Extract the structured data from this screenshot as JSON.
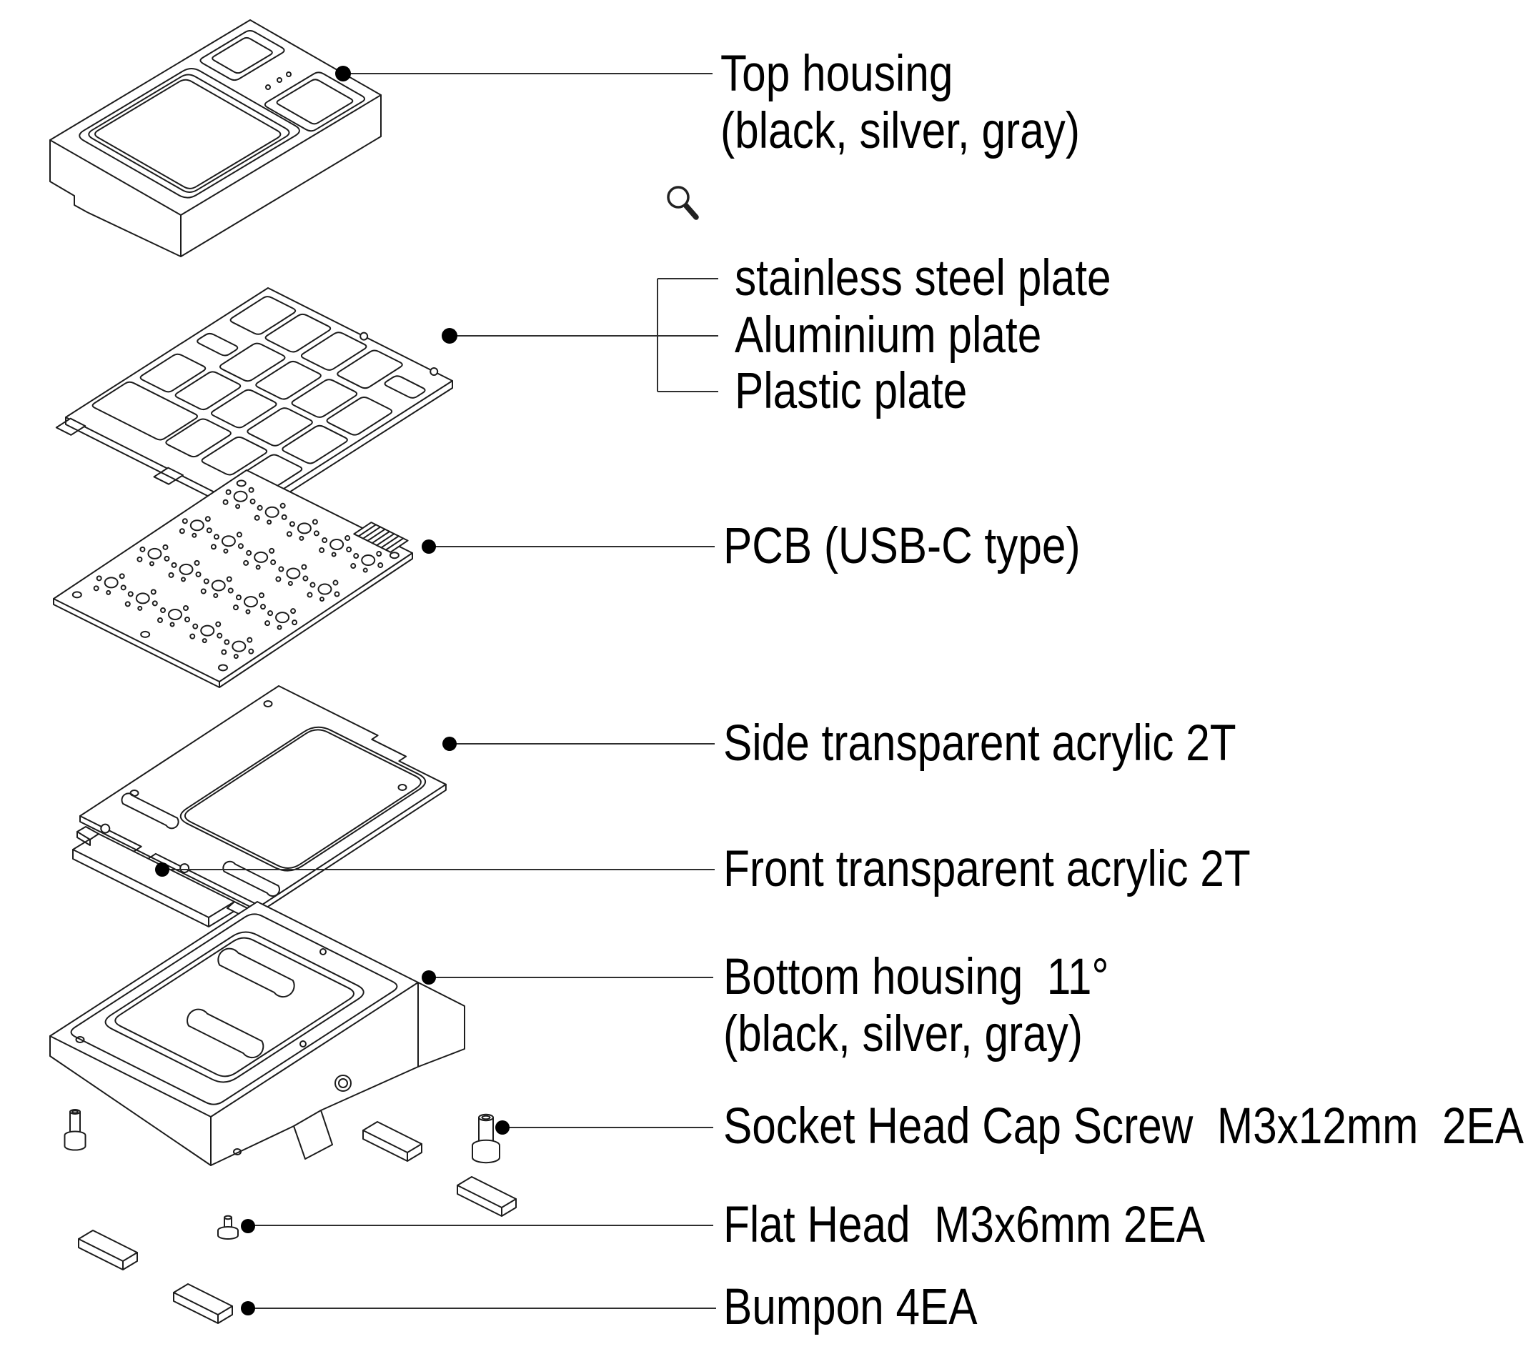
{
  "page": {
    "type": "exploded assembly diagram (keyboard kit)",
    "background": "#ffffff",
    "line_color": "#1c1c1c",
    "label_color": "#000000"
  },
  "icons": {
    "magnifier": "magnifying-glass-icon"
  },
  "labels": {
    "top_housing_1": "Top housing",
    "top_housing_2": "(black, silver, gray)",
    "stainless_plate": "stainless steel plate",
    "aluminium_plate": "Aluminium plate",
    "plastic_plate": "Plastic plate",
    "pcb": "PCB (USB-C type)",
    "side_acrylic": "Side transparent acrylic 2T",
    "front_acrylic": "Front transparent acrylic 2T",
    "bottom_housing_1": "Bottom housing  11°",
    "bottom_housing_2": "(black, silver, gray)",
    "socket_screw": "Socket Head Cap Screw  M3x12mm  2EA",
    "flat_head_screw": "Flat Head  M3x6mm 2EA",
    "bumpon": "Bumpon 4EA"
  }
}
